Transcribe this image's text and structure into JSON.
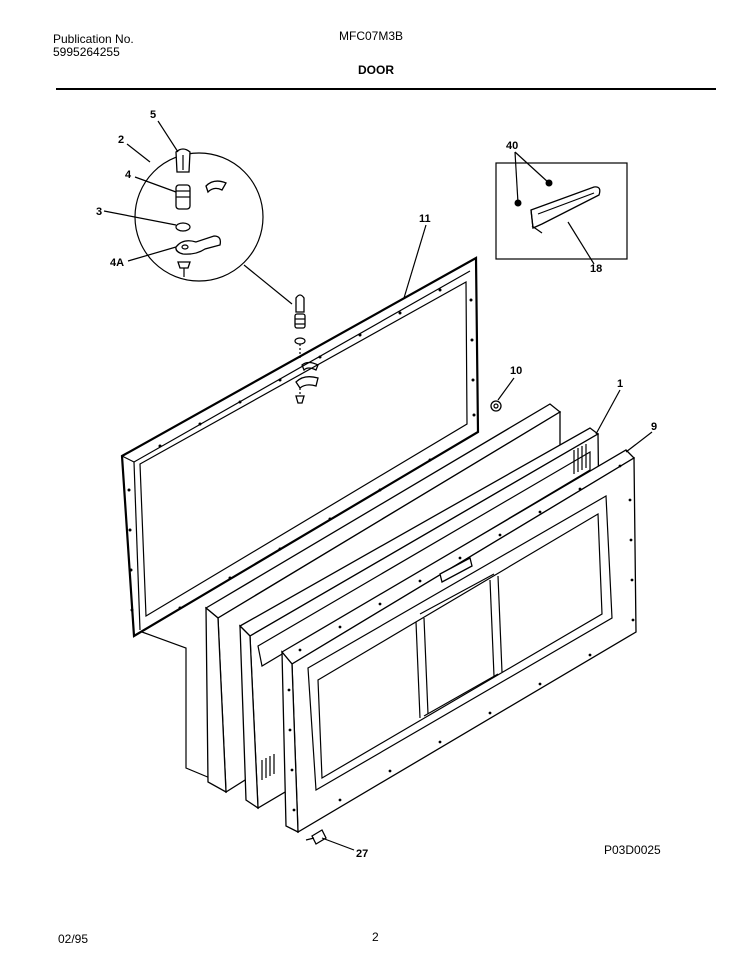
{
  "header": {
    "publication_label": "Publication No.",
    "publication_number": "5995264255",
    "model": "MFC07M3B",
    "section": "DOOR"
  },
  "footer": {
    "date": "02/95",
    "page": "2"
  },
  "diagram": {
    "code": "P03D0025",
    "callouts": [
      "5",
      "2",
      "4",
      "3",
      "4A",
      "40",
      "18",
      "11",
      "10",
      "1",
      "9",
      "27"
    ]
  }
}
